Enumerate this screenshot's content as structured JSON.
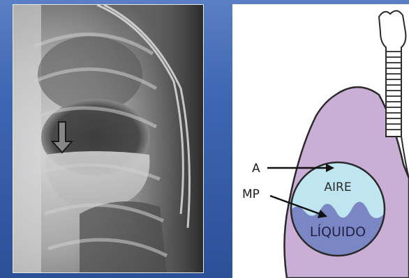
{
  "xray": {
    "arrow_icon": "down-arrow-icon"
  },
  "diagram": {
    "label_a": "A",
    "label_mp": "MP",
    "label_air": "AIRE",
    "label_liquid": "LÍQUIDO",
    "colors": {
      "lung": "#c9aed6",
      "lung_stroke": "#2a2a2a",
      "air": "#bfe6f0",
      "liquid": "#7b86c4"
    }
  }
}
